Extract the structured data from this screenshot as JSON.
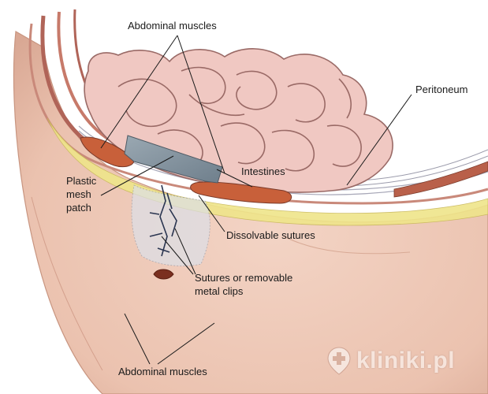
{
  "labels": {
    "abdominal_muscles_top": "Abdominal muscles",
    "peritoneum": "Peritoneum",
    "intestines": "Intestines",
    "plastic_mesh_line1": "Plastic",
    "plastic_mesh_line2": "mesh",
    "plastic_mesh_line3": "patch",
    "dissolvable_sutures": "Dissolvable sutures",
    "sutures_line1": "Sutures or removable",
    "sutures_line2": "metal clips",
    "abdominal_muscles_bottom": "Abdominal muscles"
  },
  "watermark": {
    "text": "kliniki.pl",
    "icon": "location-pin-cross-icon"
  },
  "colors": {
    "skin": "#ecc7b6",
    "skin_shadow": "#d9a894",
    "intestine": "#f0c8c2",
    "intestine_outline": "#9a6a66",
    "muscle": "#c8603a",
    "fat": "#efe58a",
    "mesh": "#8a9aa6",
    "peritoneum_line": "#b8b8c4",
    "leader_line": "#1a1a1a"
  }
}
